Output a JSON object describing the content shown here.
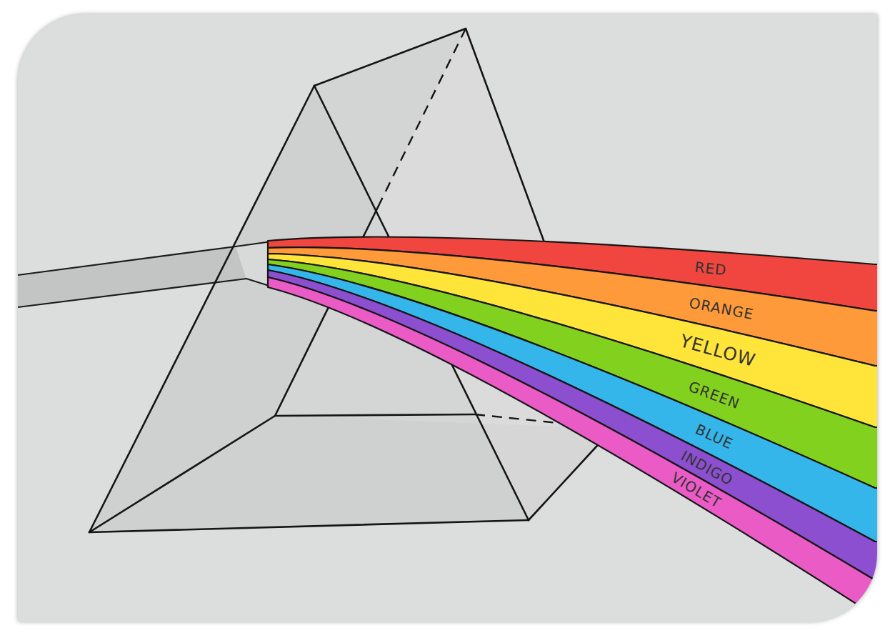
{
  "diagram": {
    "nodes": [
      {
        "text": [
          "RED"
        ]
      },
      {
        "text": [
          "ORANGE"
        ]
      },
      {
        "text": [
          "YELLOW"
        ]
      },
      {
        "text": [
          "GREEN"
        ]
      },
      {
        "text": [
          "BLUE"
        ]
      },
      {
        "text": [
          "INDIGO"
        ]
      },
      {
        "text": [
          "VIOLET"
        ]
      }
    ]
  }
}
